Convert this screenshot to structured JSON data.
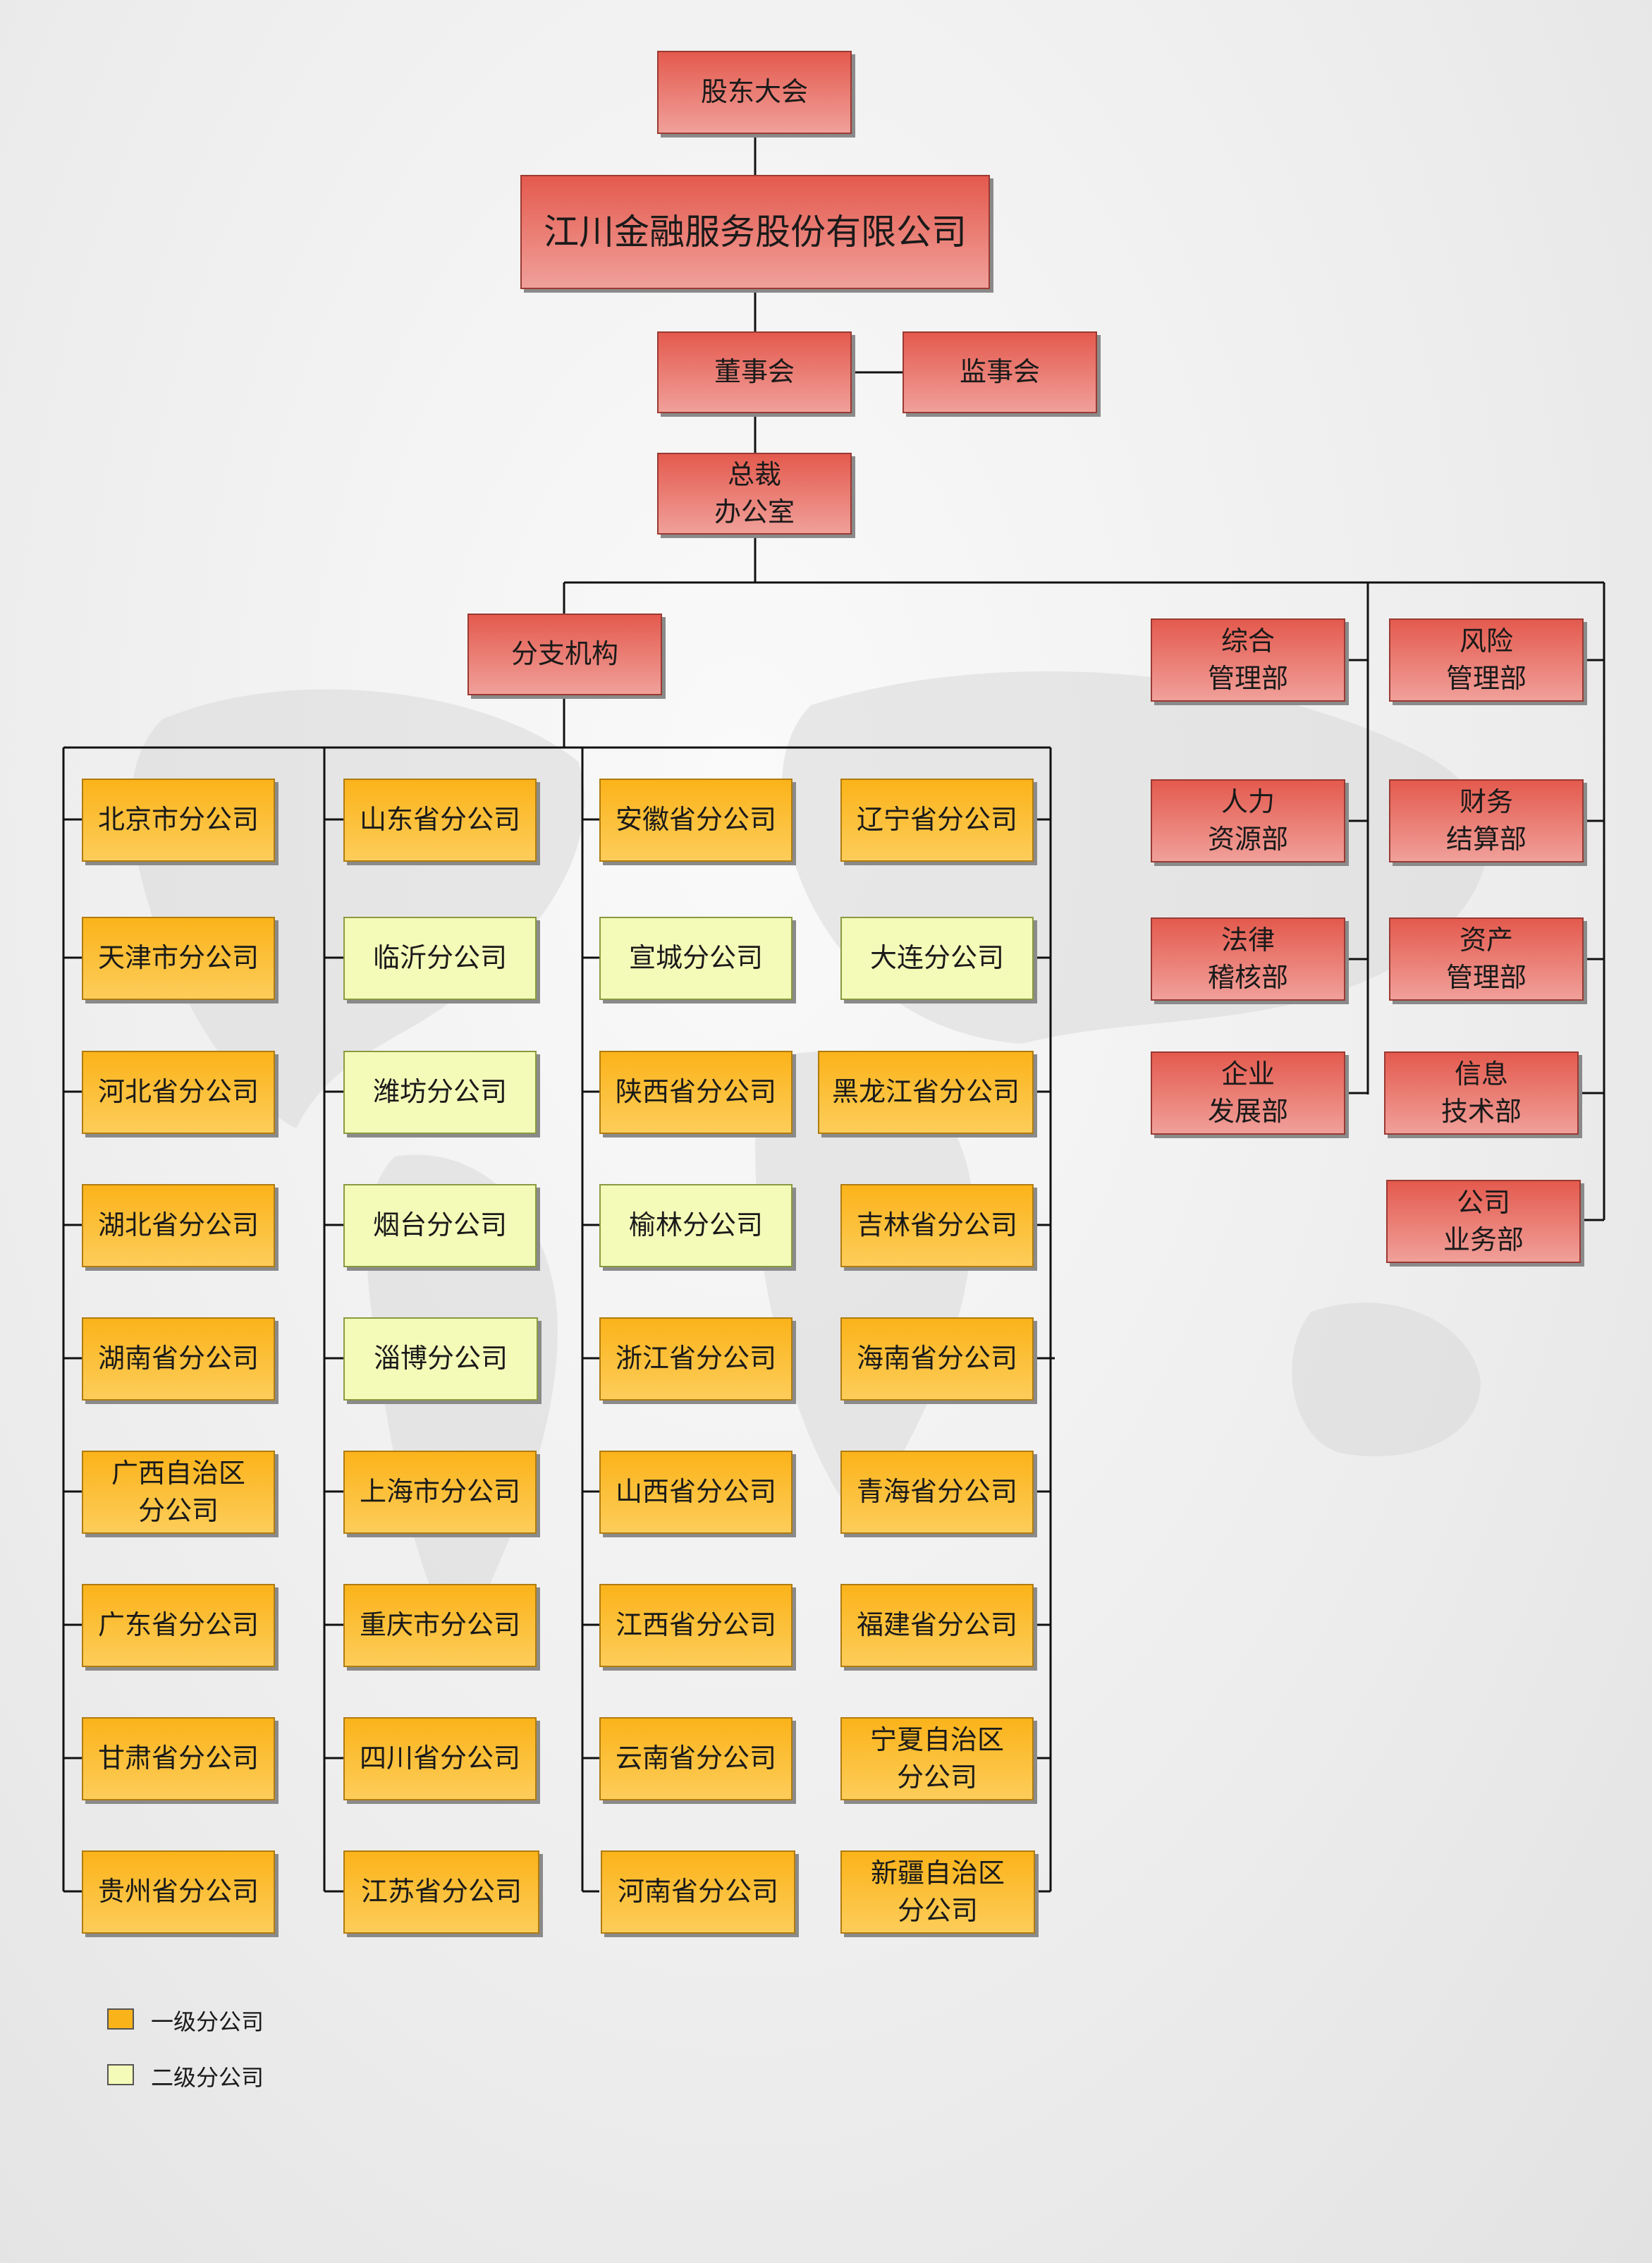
{
  "top": {
    "shareholders": "股东大会",
    "company": "江川金融服务股份有限公司",
    "board": "董事会",
    "supervisors": "监事会",
    "president_office": "总裁\n办公室",
    "branches": "分支机构"
  },
  "departments": [
    "综合\n管理部",
    "风险\n管理部",
    "人力\n资源部",
    "财务\n结算部",
    "法律\n稽核部",
    "资产\n管理部",
    "企业\n发展部",
    "信息\n技术部",
    "公司\n业务部"
  ],
  "branch_columns": [
    [
      "北京市分公司",
      "天津市分公司",
      "河北省分公司",
      "湖北省分公司",
      "湖南省分公司",
      "广西自治区\n分公司",
      "广东省分公司",
      "甘肃省分公司",
      "贵州省分公司"
    ],
    [
      "山东省分公司",
      "临沂分公司",
      "潍坊分公司",
      "烟台分公司",
      "淄博分公司",
      "上海市分公司",
      "重庆市分公司",
      "四川省分公司",
      "江苏省分公司"
    ],
    [
      "安徽省分公司",
      "宣城分公司",
      "陕西省分公司",
      "榆林分公司",
      "浙江省分公司",
      "山西省分公司",
      "江西省分公司",
      "云南省分公司",
      "河南省分公司"
    ],
    [
      "辽宁省分公司",
      "大连分公司",
      "黑龙江省分公司",
      "吉林省分公司",
      "海南省分公司",
      "青海省分公司",
      "福建省分公司",
      "宁夏自治区\n分公司",
      "新疆自治区\n分公司"
    ]
  ],
  "legend": {
    "level1": "一级分公司",
    "level2": "二级分公司",
    "level1_color": "#fbb31a",
    "level2_color": "#f4fbb8"
  }
}
